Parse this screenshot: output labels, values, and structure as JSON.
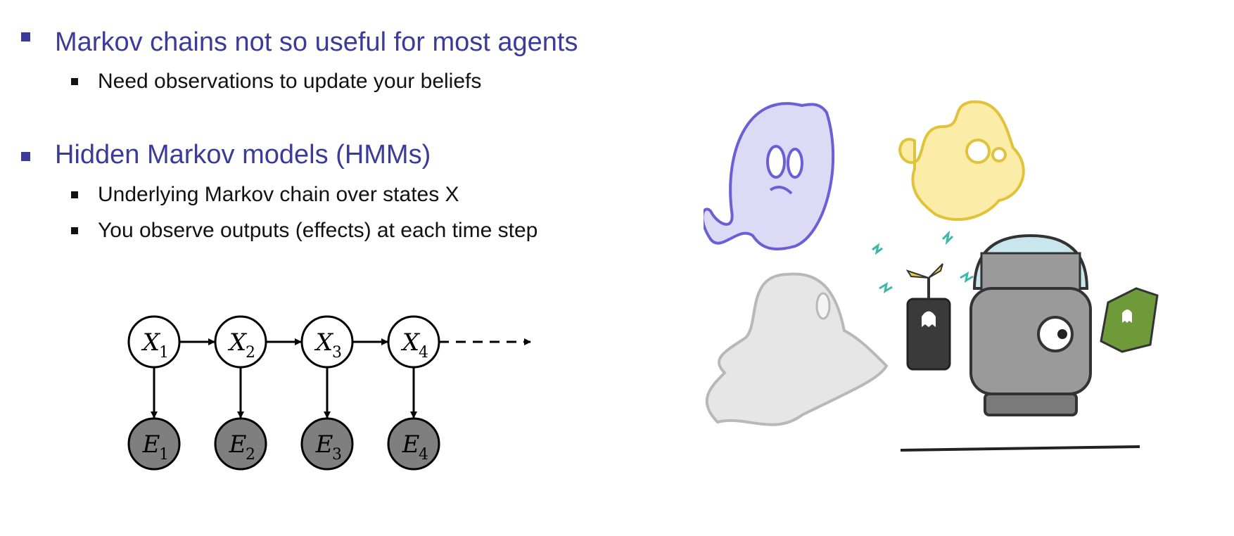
{
  "sections": [
    {
      "heading": "Markov chains not so useful for most agents",
      "points": [
        "Need observations to update your beliefs"
      ]
    },
    {
      "heading": "Hidden Markov models (HMMs)",
      "points": [
        "Underlying Markov chain over states X",
        "You observe outputs (effects) at each time step"
      ]
    }
  ],
  "diagram": {
    "hidden_nodes": [
      {
        "letter": "X",
        "sub": "1"
      },
      {
        "letter": "X",
        "sub": "2"
      },
      {
        "letter": "X",
        "sub": "3"
      },
      {
        "letter": "X",
        "sub": "4"
      }
    ],
    "evidence_nodes": [
      {
        "letter": "E",
        "sub": "1"
      },
      {
        "letter": "E",
        "sub": "2"
      },
      {
        "letter": "E",
        "sub": "3"
      },
      {
        "letter": "E",
        "sub": "4"
      }
    ],
    "colors": {
      "hidden_fill": "#ffffff",
      "evidence_fill": "#7f7f7f",
      "stroke": "#000000"
    }
  },
  "illustration": {
    "colors": {
      "purple_ghost": "#dcdaf5",
      "purple_outline": "#6b5fd6",
      "yellow_ghost": "#fbeda8",
      "yellow_outline": "#e2c23a",
      "gray_ghost": "#e6e6e6",
      "robot_body": "#9a9a9a",
      "book": "#6e9a3a",
      "signal": "#3ab8a8"
    }
  }
}
